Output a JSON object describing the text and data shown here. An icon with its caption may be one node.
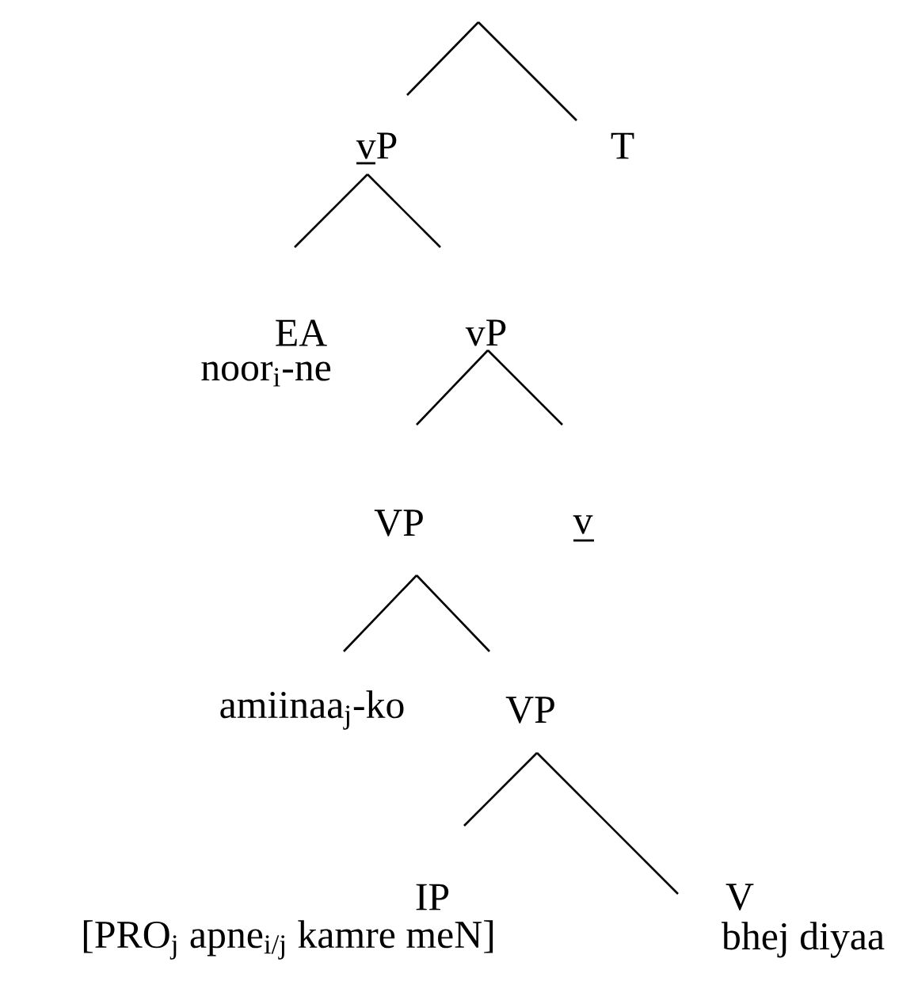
{
  "diagram": {
    "nodes": [
      {
        "text": [
          "vP"
        ]
      },
      {
        "text": [
          "T"
        ]
      },
      {
        "text": [
          "EA"
        ],
        "beside": [
          "noor$_{i}$-ne"
        ]
      },
      {
        "text": [
          "vP"
        ]
      },
      {
        "text": [
          "VP"
        ]
      },
      {
        "text": [
          "v"
        ]
      },
      {
        "text": [
          "amiinaa$_{j}$-ko"
        ]
      },
      {
        "text": [
          "VP"
        ]
      },
      {
        "text": [
          "IP"
        ],
        "beside": [
          "[PRO$_{j}$  apne$_{i/j}$  kamre meN]"
        ]
      },
      {
        "text": [
          "V"
        ],
        "beside": [
          "bhej diyaa"
        ]
      }
    ],
    "edges": [
      {
        "from": null,
        "to": 0,
        "arrow": "none"
      },
      {
        "from": null,
        "to": 1,
        "arrow": "none"
      },
      {
        "from": 0,
        "to": 2,
        "arrow": "none"
      },
      {
        "from": 0,
        "to": 3,
        "arrow": "none"
      },
      {
        "from": 3,
        "to": 4,
        "arrow": "none"
      },
      {
        "from": 3,
        "to": 5,
        "arrow": "none"
      },
      {
        "from": 4,
        "to": 6,
        "arrow": "none"
      },
      {
        "from": 4,
        "to": 7,
        "arrow": "none"
      },
      {
        "from": 7,
        "to": 8,
        "arrow": "none"
      },
      {
        "from": 7,
        "to": 9,
        "arrow": "none"
      }
    ]
  }
}
